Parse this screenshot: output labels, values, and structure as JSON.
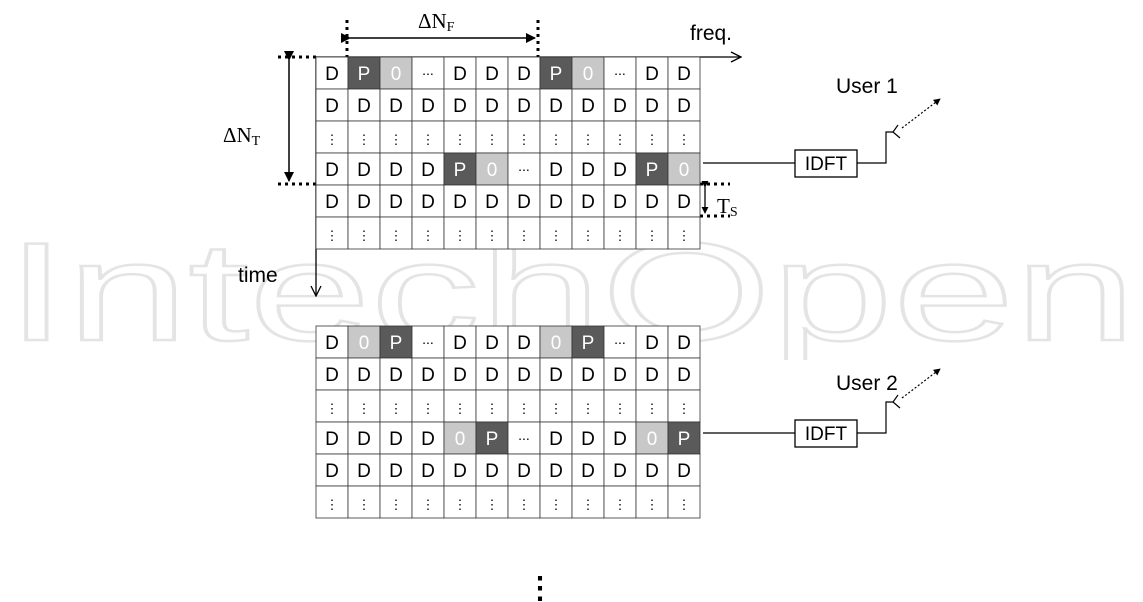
{
  "watermark": "IntechOpen",
  "axes": {
    "freq_label": "freq.",
    "time_label": "time",
    "delta_nf_base": "ΔN",
    "delta_nf_sub": "F",
    "delta_nt_base": "ΔN",
    "delta_nt_sub": "T",
    "ts_base": "T",
    "ts_sub": "S"
  },
  "users": [
    {
      "label": "User 1",
      "block_label": "IDFT",
      "rows": [
        [
          "D",
          "P",
          "0",
          "...",
          "D",
          "D",
          "D",
          "P",
          "0",
          "...",
          "D",
          "D"
        ],
        [
          "D",
          "D",
          "D",
          "D",
          "D",
          "D",
          "D",
          "D",
          "D",
          "D",
          "D",
          "D"
        ],
        [
          "⋮",
          "⋮",
          "⋮",
          "⋮",
          "⋮",
          "⋮",
          "⋮",
          "⋮",
          "⋮",
          "⋮",
          "⋮",
          "⋮"
        ],
        [
          "D",
          "D",
          "D",
          "D",
          "P",
          "0",
          "...",
          "D",
          "D",
          "D",
          "P",
          "0"
        ],
        [
          "D",
          "D",
          "D",
          "D",
          "D",
          "D",
          "D",
          "D",
          "D",
          "D",
          "D",
          "D"
        ],
        [
          "⋮",
          "⋮",
          "⋮",
          "⋮",
          "⋮",
          "⋮",
          "⋮",
          "⋮",
          "⋮",
          "⋮",
          "⋮",
          "⋮"
        ]
      ]
    },
    {
      "label": "User 2",
      "block_label": "IDFT",
      "rows": [
        [
          "D",
          "0",
          "P",
          "...",
          "D",
          "D",
          "D",
          "0",
          "P",
          "...",
          "D",
          "D"
        ],
        [
          "D",
          "D",
          "D",
          "D",
          "D",
          "D",
          "D",
          "D",
          "D",
          "D",
          "D",
          "D"
        ],
        [
          "⋮",
          "⋮",
          "⋮",
          "⋮",
          "⋮",
          "⋮",
          "⋮",
          "⋮",
          "⋮",
          "⋮",
          "⋮",
          "⋮"
        ],
        [
          "D",
          "D",
          "D",
          "D",
          "0",
          "P",
          "...",
          "D",
          "D",
          "D",
          "0",
          "P"
        ],
        [
          "D",
          "D",
          "D",
          "D",
          "D",
          "D",
          "D",
          "D",
          "D",
          "D",
          "D",
          "D"
        ],
        [
          "⋮",
          "⋮",
          "⋮",
          "⋮",
          "⋮",
          "⋮",
          "⋮",
          "⋮",
          "⋮",
          "⋮",
          "⋮",
          "⋮"
        ]
      ]
    }
  ],
  "continuation": "⋮",
  "colors": {
    "pilot_fill": "#5a5a5a",
    "pilot_text": "#ffffff",
    "zero_fill": "#c8c8c8",
    "zero_text": "#ffffff",
    "data_fill": "#ffffff",
    "line": "#000000",
    "watermark": "#e4e4e4"
  }
}
